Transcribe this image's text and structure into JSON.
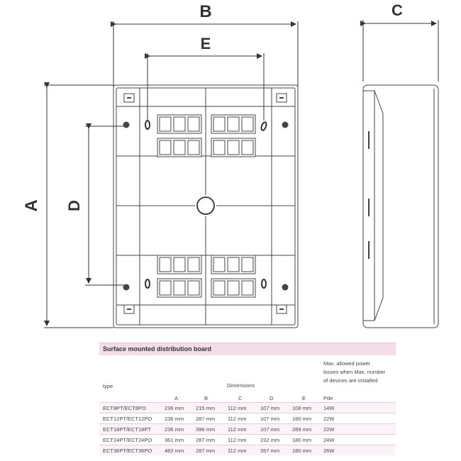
{
  "dimension_labels": {
    "a": "A",
    "b": "B",
    "c": "C",
    "d": "D",
    "e": "E"
  },
  "table": {
    "title": "Surface mounted distribution board",
    "col_type": "type",
    "col_dimensions": "Dimensions",
    "power_note_1": "Max. allowed power",
    "power_note_2": "losses when Max. number",
    "power_note_3": "of devices are installed",
    "sub_headers": [
      "A",
      "B",
      "C",
      "D",
      "E",
      "Pde"
    ],
    "rows": [
      {
        "type": "ECT8PT/ECT8PO",
        "a": "236 mm",
        "b": "215 mm",
        "c": "112 mm",
        "d": "107 mm",
        "e": "108 mm",
        "pde": "14W"
      },
      {
        "type": "ECT12PT/ECT12PO",
        "a": "236 mm",
        "b": "287 mm",
        "c": "112 mm",
        "d": "107 mm",
        "e": "180 mm",
        "pde": "22W"
      },
      {
        "type": "ECT18PT/ECT18PT",
        "a": "236 mm",
        "b": "396 mm",
        "c": "112 mm",
        "d": "107 mm",
        "e": "289 mm",
        "pde": "22W"
      },
      {
        "type": "ECT24PT/ECT24PO",
        "a": "361 mm",
        "b": "287 mm",
        "c": "112 mm",
        "d": "232 mm",
        "e": "180 mm",
        "pde": "24W"
      },
      {
        "type": "ECT36PT/ECT36PO",
        "a": "482 mm",
        "b": "287 mm",
        "c": "112 mm",
        "d": "357 mm",
        "e": "180 mm",
        "pde": "26W"
      }
    ]
  }
}
